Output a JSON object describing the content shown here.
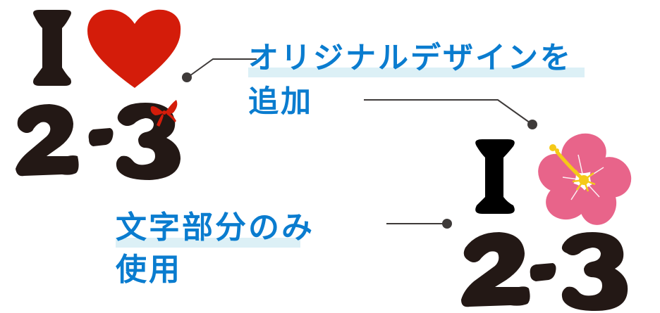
{
  "colors": {
    "text_dark": "#231815",
    "caption_blue": "#0a7ccf",
    "highlight": "#dcf0f6",
    "heart_red": "#d41c0a",
    "ribbon_red": "#d41c0a",
    "hibiscus_pink": "#e8648a",
    "stamen_yellow": "#f5c918",
    "leader_line": "#3e3a39"
  },
  "logo_left": {
    "letter_i": "I",
    "icon": "heart-icon",
    "number": "2-3",
    "decoration": "ribbon-bow-icon"
  },
  "logo_right": {
    "letter_i": "I",
    "icon": "hibiscus-flower-icon",
    "number": "2-3"
  },
  "captions": {
    "original_design": {
      "line1": "オリジナルデザインを",
      "line2": "追加"
    },
    "text_only": {
      "line1": "文字部分のみ",
      "line2": "使用"
    }
  }
}
